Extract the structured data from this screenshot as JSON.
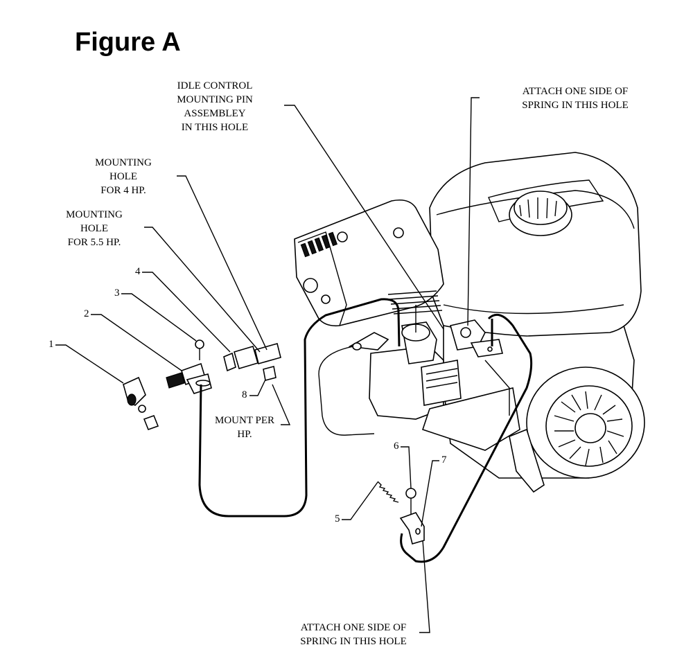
{
  "figure_title": "Figure A",
  "callouts": {
    "idle_control": [
      "IDLE CONTROL",
      "MOUNTING PIN",
      "ASSEMBLEY",
      "IN THIS HOLE"
    ],
    "spring_top": [
      "ATTACH ONE SIDE OF",
      "SPRING IN THIS HOLE"
    ],
    "mount_4hp": [
      "MOUNTING",
      "HOLE",
      "FOR 4 HP."
    ],
    "mount_55hp": [
      "MOUNTING",
      "HOLE",
      "FOR 5.5 HP."
    ],
    "mount_per_hp": [
      "MOUNT PER",
      "HP."
    ],
    "spring_bottom": [
      "ATTACH ONE SIDE OF",
      "SPRING IN THIS HOLE"
    ]
  },
  "part_numbers": {
    "p1": "1",
    "p2": "2",
    "p3": "3",
    "p4": "4",
    "p5": "5",
    "p6": "6",
    "p7": "7",
    "p8": "8"
  }
}
